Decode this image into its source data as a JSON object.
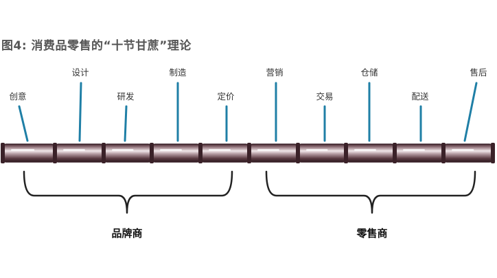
{
  "title": "图4: 消费品零售的“十节甘蔗”理论",
  "stages": [
    {
      "label": "创意"
    },
    {
      "label": "设计"
    },
    {
      "label": "研发"
    },
    {
      "label": "制造"
    },
    {
      "label": "定价"
    },
    {
      "label": "营销"
    },
    {
      "label": "交易"
    },
    {
      "label": "仓储"
    },
    {
      "label": "配送"
    },
    {
      "label": "售后"
    }
  ],
  "groups": [
    {
      "label": "品牌商",
      "segments": 5
    },
    {
      "label": "零售商",
      "segments": 5
    }
  ],
  "colors": {
    "title": "#555555",
    "pointer": "#1f7fa6",
    "cane_dark": "#3a2128",
    "cane_mid": "#8a6b72",
    "cane_light": "#e9dde0",
    "brace": "#222222",
    "label": "#333333"
  }
}
